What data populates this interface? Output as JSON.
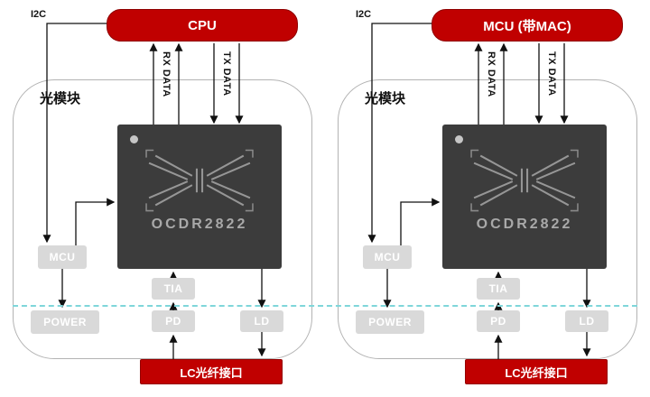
{
  "colors": {
    "red": "#c00000",
    "chip_bg": "#3c3c3c",
    "gray_box": "#d9d9d9",
    "dashed_line": "#7fd6da"
  },
  "diagrams": [
    {
      "host_label": "CPU",
      "i2c": "I2C",
      "rx": "RX DATA",
      "tx": "TX DATA",
      "module": "光模块",
      "chip": "OCDR2822",
      "mcu": "MCU",
      "power": "POWER",
      "tia": "TIA",
      "pd": "PD",
      "ld": "LD",
      "lc": "LC光纤接口"
    },
    {
      "host_label": "MCU (带MAC)",
      "i2c": "I2C",
      "rx": "RX DATA",
      "tx": "TX DATA",
      "module": "光模块",
      "chip": "OCDR2822",
      "mcu": "MCU",
      "power": "POWER",
      "tia": "TIA",
      "pd": "PD",
      "ld": "LD",
      "lc": "LC光纤接口"
    }
  ]
}
